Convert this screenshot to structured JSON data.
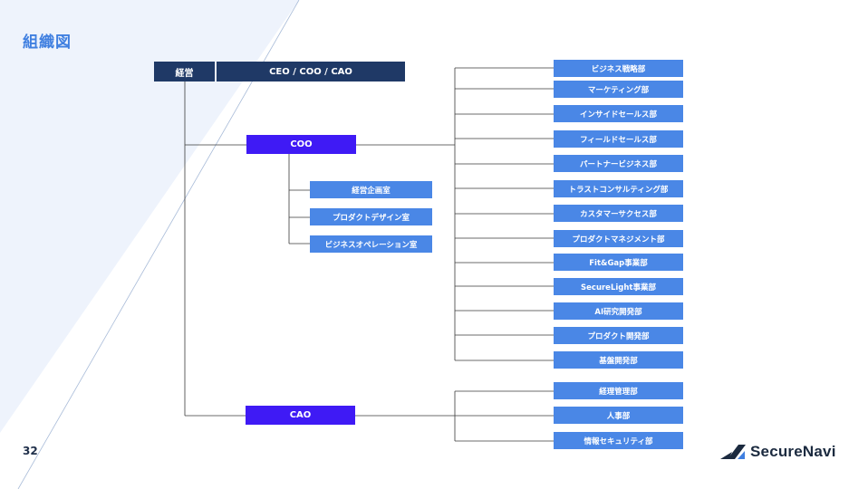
{
  "title": "組織図",
  "page_number": "32",
  "logo": {
    "text": "SecureNavi"
  },
  "colors": {
    "navy": "#1f3966",
    "purple": "#3f1af5",
    "blue": "#4a87e6",
    "title": "#3f7fe0"
  },
  "org": {
    "top_left": "経営",
    "top_right": "CEO  / COO  / CAO",
    "coo": "COO",
    "cao": "CAO",
    "coo_staff": [
      "経営企画室",
      "プロダクトデザイン室",
      "ビジネスオペレーション室"
    ],
    "coo_departments": [
      "ビジネス戦略部",
      "マーケティング部",
      "インサイドセールス部",
      "フィールドセールス部",
      "パートナービジネス部",
      "トラストコンサルティング部",
      "カスタマーサクセス部",
      "プロダクトマネジメント部",
      "Fit&Gap事業部",
      "SecureLight事業部",
      "AI研究開発部",
      "プロダクト開発部",
      "基盤開発部"
    ],
    "cao_departments": [
      "経理管理部",
      "人事部",
      "情報セキュリティ部"
    ]
  }
}
